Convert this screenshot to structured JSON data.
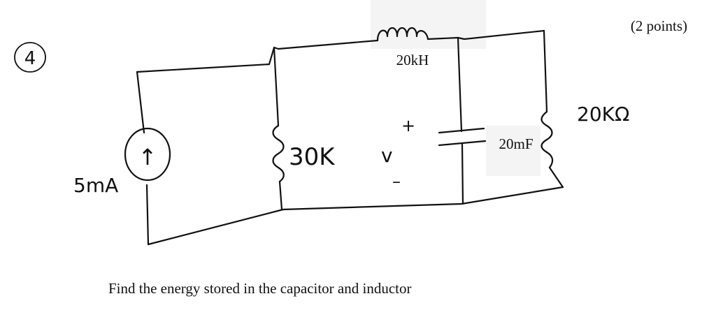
{
  "problem": {
    "number": "4",
    "points": "(2 points)",
    "question": "Find the energy stored  in the capacitor and inductor"
  },
  "components": {
    "source": {
      "label": "5mA",
      "arrow": "↑"
    },
    "resistor_left": {
      "label": "30K"
    },
    "voltage": {
      "label": "v",
      "plus": "+",
      "minus": "–"
    },
    "inductor": {
      "label": "20kH"
    },
    "capacitor": {
      "label": "20mF"
    },
    "resistor_right": {
      "label": "20KΩ"
    }
  },
  "colors": {
    "ink": "#111111",
    "background": "#ffffff",
    "label_shade": "#f4f4f4"
  }
}
